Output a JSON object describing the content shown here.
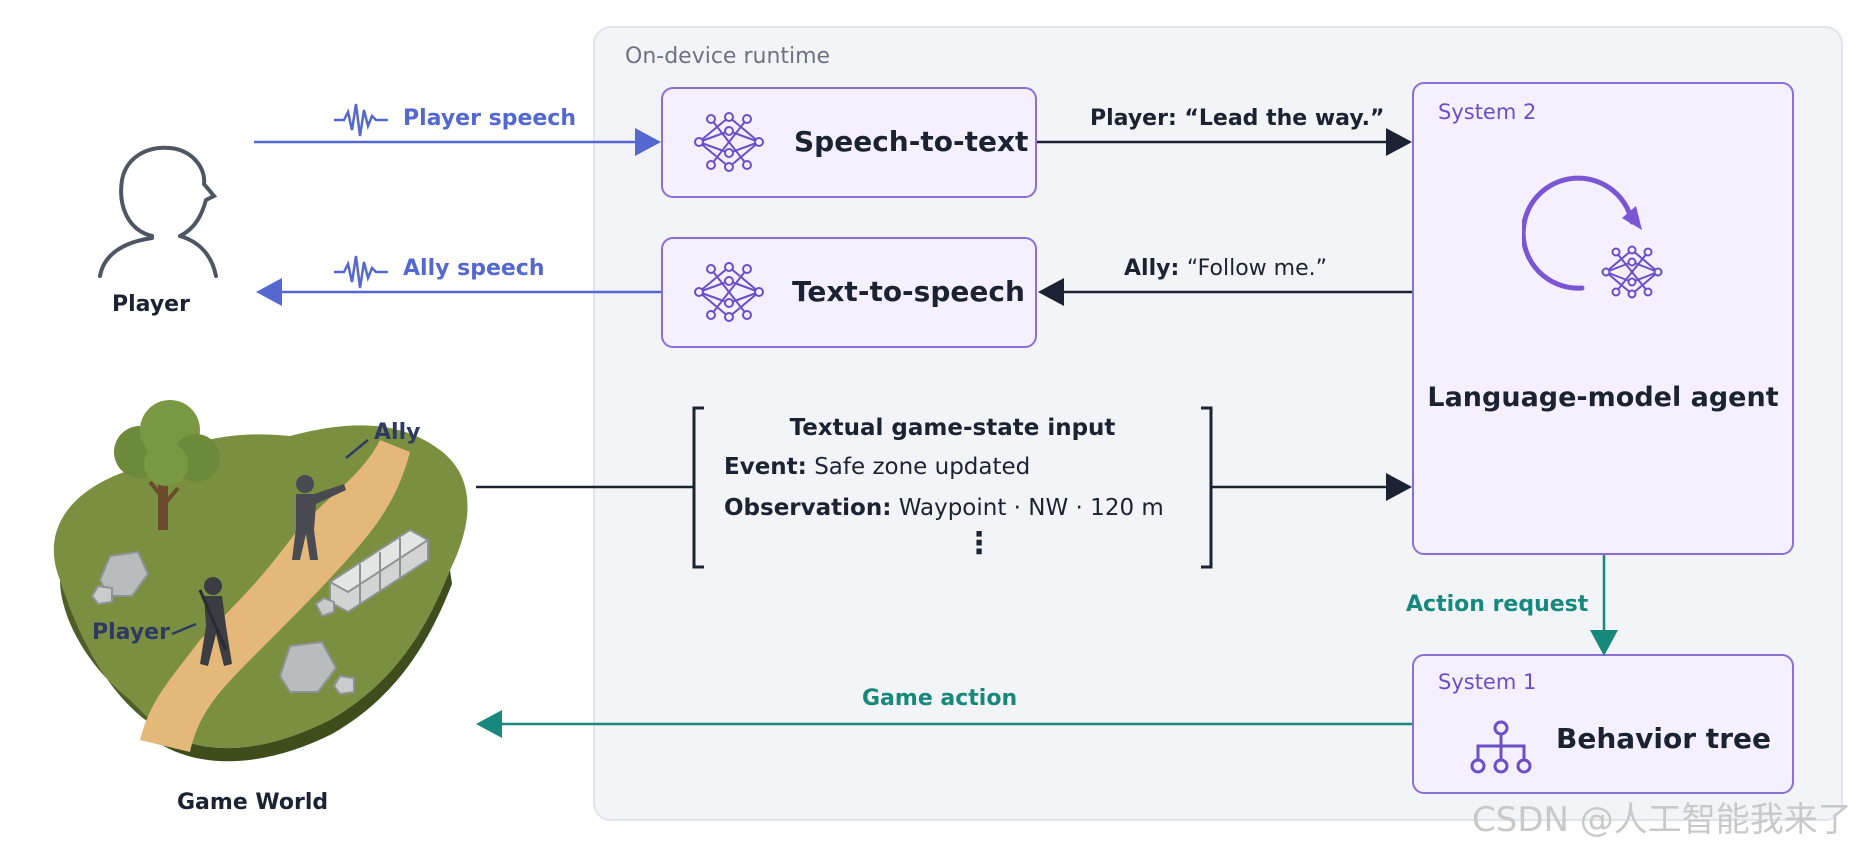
{
  "runtime": {
    "label": "On-device runtime"
  },
  "player": {
    "label": "Player"
  },
  "game_world": {
    "label": "Game World",
    "ally_label": "Ally",
    "player_label": "Player"
  },
  "stt": {
    "title": "Speech-to-text"
  },
  "tts": {
    "title": "Text-to-speech"
  },
  "system2": {
    "label": "System 2",
    "title": "Language-model agent"
  },
  "system1": {
    "label": "System 1",
    "title": "Behavior tree"
  },
  "edges": {
    "player_speech": "Player speech",
    "ally_speech": "Ally speech",
    "player_quote_speaker": "Player:",
    "player_quote_text": "“Lead the way.”",
    "ally_quote_speaker": "Ally:",
    "ally_quote_text": "“Follow me.”",
    "action_request": "Action request",
    "game_action": "Game action"
  },
  "game_state": {
    "title": "Textual game-state input",
    "event_key": "Event:",
    "event_value": "Safe zone updated",
    "observation_key": "Observation:",
    "observation_value": "Waypoint · NW · 120 m",
    "ellipsis": "⋮"
  },
  "watermark": "CSDN @人工智能我来了",
  "colors": {
    "blue": "#5468cf",
    "teal": "#17887b",
    "purple": "#8b6fd6",
    "dark": "#1b2333"
  },
  "icons": [
    "player-icon",
    "waveform-icon",
    "neural-net-icon",
    "cycle-arrow-icon",
    "behavior-tree-icon",
    "game-world-illustration"
  ]
}
